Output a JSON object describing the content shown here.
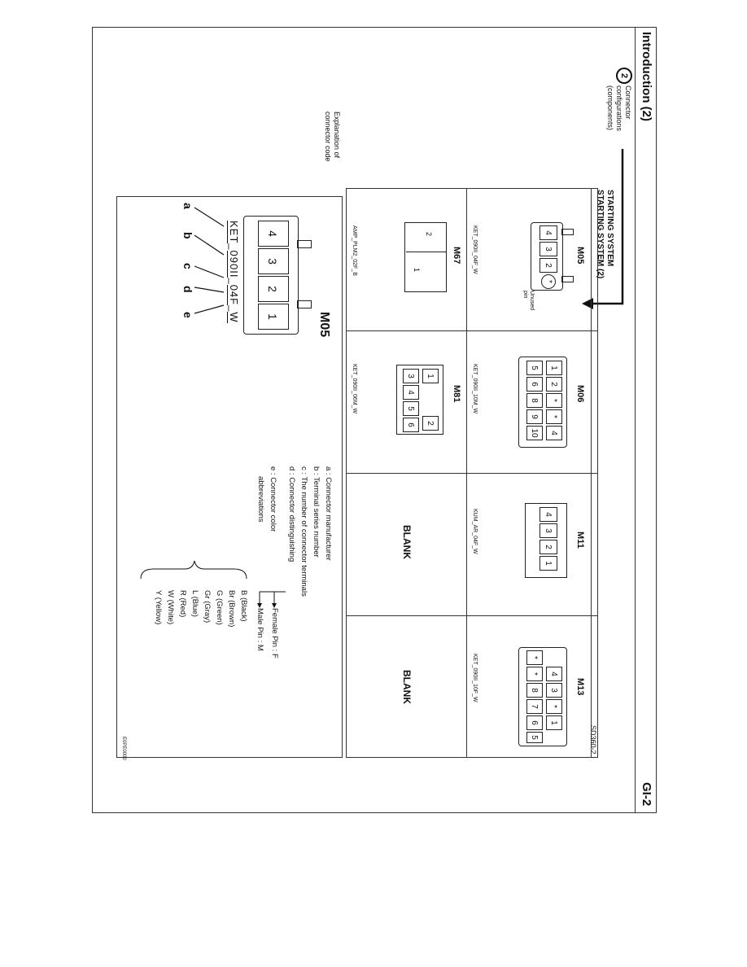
{
  "header": {
    "title": "Introduction (2)",
    "page": "GI-2"
  },
  "callout": {
    "number": "2",
    "text_lines": [
      "Connector",
      "configurations",
      "(components)"
    ]
  },
  "explanation": {
    "text_lines": [
      "Explanation of",
      "connector code"
    ]
  },
  "diagram": {
    "section_title_1": "STARTING SYSTEM",
    "section_title_2": "STARTING SYSTEM (2)",
    "sheet_ref": "SD360-2",
    "connectors": [
      {
        "name": "M05",
        "code": "KET_090II_04F_W",
        "unused_pin": "Unused pin",
        "pins": [
          "4",
          "3",
          "2",
          "*"
        ]
      },
      {
        "name": "M06",
        "code": "KET_090II_10M_W",
        "pins_top": [
          "1",
          "2",
          "*",
          "*",
          "4"
        ],
        "pins_bottom": [
          "5",
          "6",
          "8",
          "9",
          "10"
        ]
      },
      {
        "name": "M11",
        "code": "KUM_AR_04F_W",
        "pins": [
          "4",
          "3",
          "2",
          "1"
        ]
      },
      {
        "name": "M13",
        "code": "KET_090II_10F_W",
        "pins_top": [
          "4",
          "3",
          "*",
          "1"
        ],
        "pins_bottom": [
          "*",
          "*",
          "8",
          "7",
          "6",
          "5"
        ]
      },
      {
        "name": "M67",
        "code": "AMP_PLM2_02F_B",
        "pins": [
          "2",
          "1"
        ]
      },
      {
        "name": "M81",
        "code": "KET_090II_06M_W",
        "pins_top": [
          "1",
          "2"
        ],
        "pins_bottom": [
          "3",
          "4",
          "5",
          "6"
        ]
      },
      {
        "blank": "BLANK"
      },
      {
        "blank": "BLANK"
      }
    ]
  },
  "detail": {
    "name": "M05",
    "pins": [
      "4",
      "3",
      "2",
      "1"
    ],
    "code_parts": [
      "KET",
      "_",
      "090II",
      "_",
      "04F",
      "_",
      "W"
    ],
    "letters": [
      "a",
      "b",
      "c",
      "d",
      "e"
    ],
    "legend": [
      "a : Connector manufacturer",
      "b : Terminal series number",
      "c : The number of connector terminals",
      "d : Connector distinguishing"
    ],
    "pin_types": [
      "Female Pin : F",
      "Male Pin : M"
    ],
    "color_label_lines": [
      "e : Connector color",
      "abbreviations"
    ],
    "colors": [
      "B (Black)",
      "Br (Brown)",
      "G (Green)",
      "Gr (Gray)",
      "L (Blue)",
      "R (Red)",
      "W (White)",
      "Y (Yellow)"
    ],
    "figure_id": "E0PE0000"
  }
}
